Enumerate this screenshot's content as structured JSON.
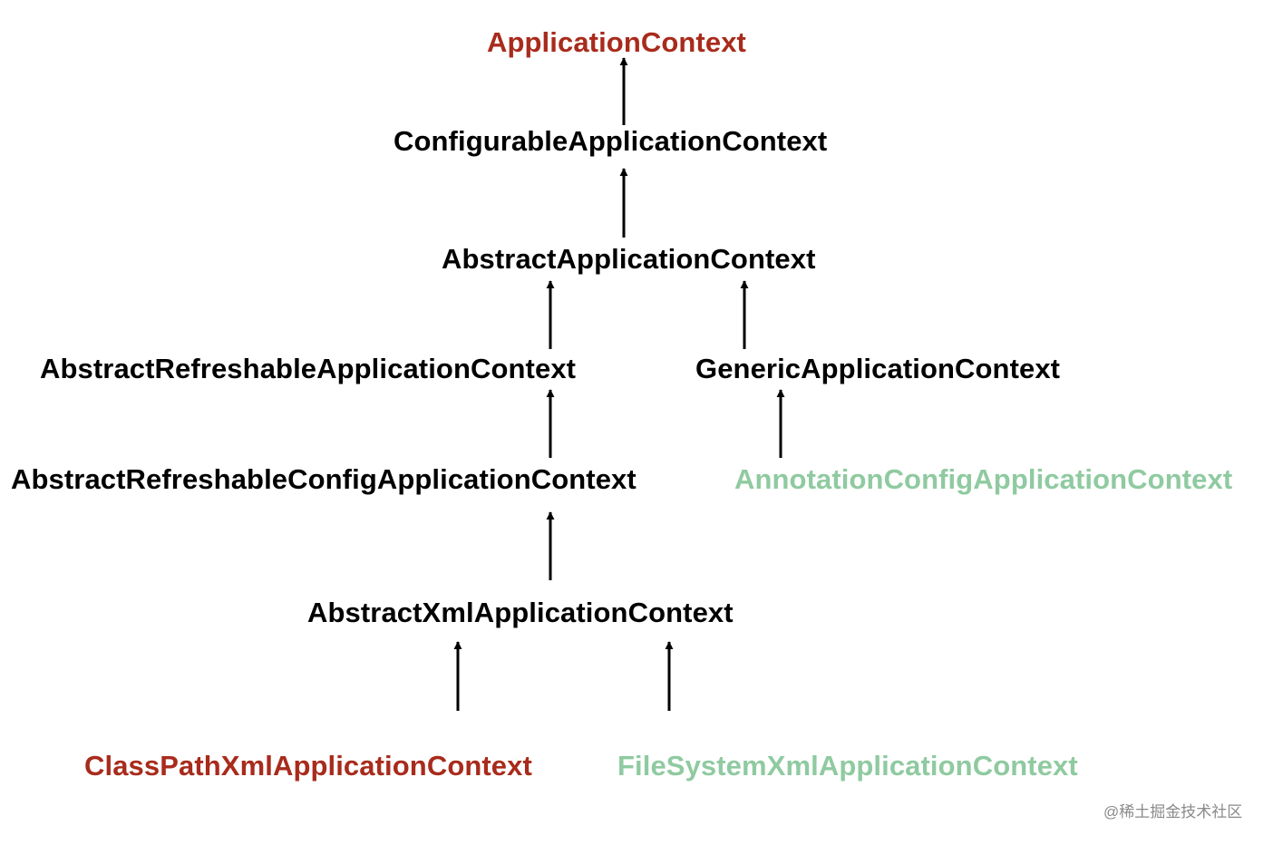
{
  "colors": {
    "default": "#000000",
    "highlight": "#a82b1c",
    "secondary": "#8fcaa0",
    "watermark": "#8a8a8a"
  },
  "nodes": {
    "application_context": {
      "label": "ApplicationContext",
      "style": "highlight"
    },
    "configurable_application_context": {
      "label": "ConfigurableApplicationContext",
      "style": "default"
    },
    "abstract_application_context": {
      "label": "AbstractApplicationContext",
      "style": "default"
    },
    "abstract_refreshable_application_context": {
      "label": "AbstractRefreshableApplicationContext",
      "style": "default"
    },
    "generic_application_context": {
      "label": "GenericApplicationContext",
      "style": "default"
    },
    "abstract_refreshable_config_application_context": {
      "label": "AbstractRefreshableConfigApplicationContext",
      "style": "default"
    },
    "annotation_config_application_context": {
      "label": "AnnotationConfigApplicationContext",
      "style": "secondary"
    },
    "abstract_xml_application_context": {
      "label": "AbstractXmlApplicationContext",
      "style": "default"
    },
    "class_path_xml_application_context": {
      "label": "ClassPathXmlApplicationContext",
      "style": "highlight"
    },
    "file_system_xml_application_context": {
      "label": "FileSystemXmlApplicationContext",
      "style": "secondary"
    }
  },
  "edges": [
    {
      "from": "configurable_application_context",
      "to": "application_context"
    },
    {
      "from": "abstract_application_context",
      "to": "configurable_application_context"
    },
    {
      "from": "abstract_refreshable_application_context",
      "to": "abstract_application_context"
    },
    {
      "from": "generic_application_context",
      "to": "abstract_application_context"
    },
    {
      "from": "abstract_refreshable_config_application_context",
      "to": "abstract_refreshable_application_context"
    },
    {
      "from": "annotation_config_application_context",
      "to": "generic_application_context"
    },
    {
      "from": "abstract_xml_application_context",
      "to": "abstract_refreshable_config_application_context"
    },
    {
      "from": "class_path_xml_application_context",
      "to": "abstract_xml_application_context"
    },
    {
      "from": "file_system_xml_application_context",
      "to": "abstract_xml_application_context"
    }
  ],
  "watermark": {
    "text": "@稀土掘金技术社区"
  }
}
